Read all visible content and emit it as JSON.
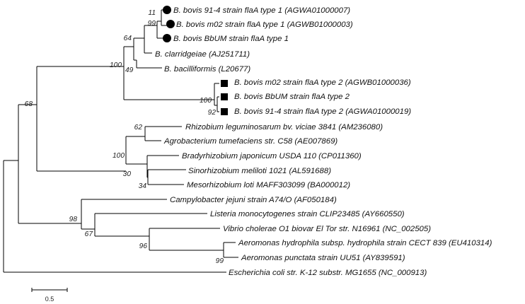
{
  "tree": {
    "taxa": [
      {
        "label": "B. bovis 91-4 strain flaA type 1 (AGWA01000007)",
        "marker": "circle"
      },
      {
        "label": "B. bovis m02 strain flaA type 1 (AGWB01000003)",
        "marker": "circle"
      },
      {
        "label": "B. bovis BbUM strain flaA type 1",
        "marker": "circle"
      },
      {
        "label": "B. clarridgeiae (AJ251711)",
        "marker": ""
      },
      {
        "label": "B. bacilliformis  (L20677)",
        "marker": ""
      },
      {
        "label": "B. bovis m02 strain flaA type 2 (AGWB01000036)",
        "marker": "square"
      },
      {
        "label": "B. bovis  BbUM strain flaA type 2",
        "marker": "square"
      },
      {
        "label": "B. bovis 91-4 strain flaA type 2 (AGWA01000019)",
        "marker": "square"
      },
      {
        "label": "Rhizobium leguminosarum bv. viciae 3841 (AM236080)",
        "marker": ""
      },
      {
        "label": "Agrobacterium tumefaciens str. C58 (AE007869)",
        "marker": ""
      },
      {
        "label": "Bradyrhizobium japonicum USDA 110 (CP011360)",
        "marker": ""
      },
      {
        "label": "Sinorhizobium meliloti 1021 (AL591688)",
        "marker": ""
      },
      {
        "label": "Mesorhizobium loti MAFF303099 (BA000012)",
        "marker": ""
      },
      {
        "label": "Campylobacter jejuni strain A74/O (AF050184)",
        "marker": ""
      },
      {
        "label": "Listeria monocytogenes strain CLIP23485 (AY660550)",
        "marker": ""
      },
      {
        "label": "Vibrio cholerae O1 biovar El Tor str. N16961 (NC_002505)",
        "marker": ""
      },
      {
        "label": "Aeromonas hydrophila subsp. hydrophila strain CECT 839 (EU410314)",
        "marker": ""
      },
      {
        "label": "Aeromonas punctata strain UU51 (AY839591)",
        "marker": ""
      },
      {
        "label": "Escherichia coli str. K-12 substr. MG1655  (NC_000913)",
        "marker": ""
      }
    ],
    "bootstrap": [
      "11",
      "99",
      "64",
      "100",
      "49",
      "100",
      "92",
      "68",
      "62",
      "100",
      "30",
      "34",
      "98",
      "67",
      "96",
      "99"
    ],
    "scale_bar": {
      "label": "0.5",
      "length": 0.5
    },
    "marker_color": "#000000",
    "line_color": "#000000"
  }
}
